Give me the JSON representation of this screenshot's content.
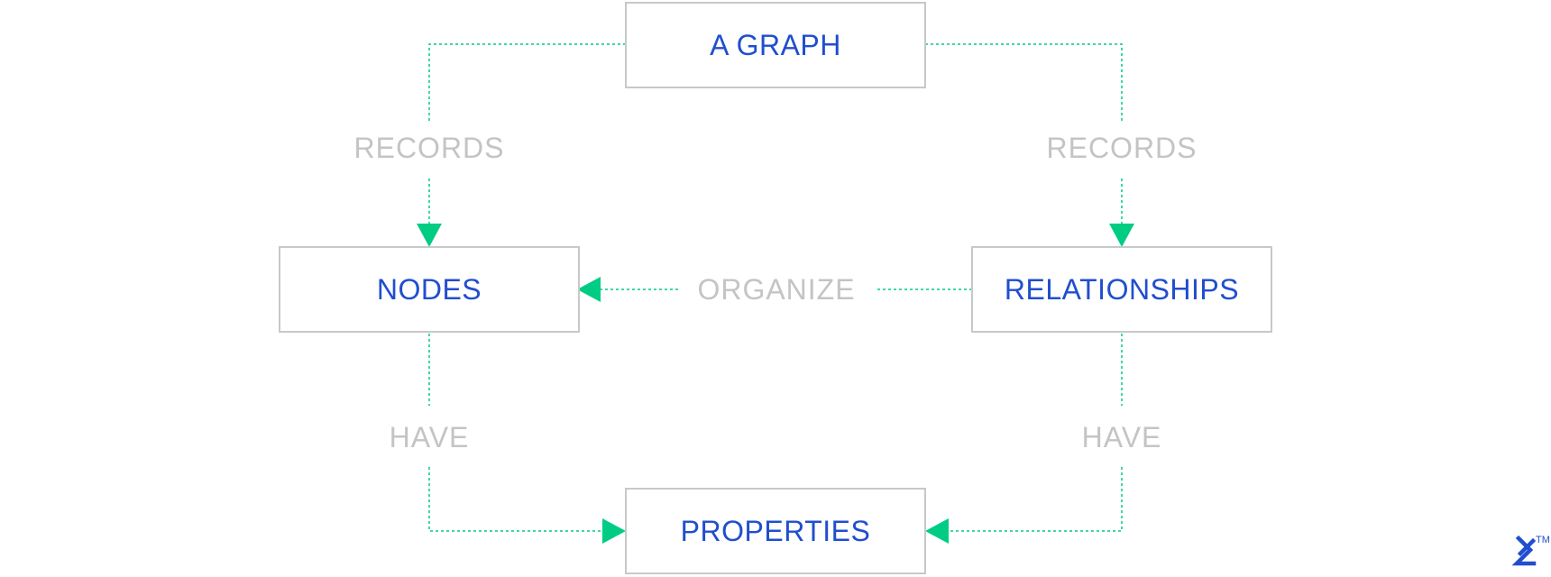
{
  "nodes": {
    "graph": "A GRAPH",
    "nodes": "NODES",
    "relationships": "RELATIONSHIPS",
    "properties": "PROPERTIES"
  },
  "edges": {
    "graph_to_nodes": "RECORDS",
    "graph_to_relationships": "RECORDS",
    "relationships_to_nodes": "ORGANIZE",
    "nodes_to_properties": "HAVE",
    "relationships_to_properties": "HAVE"
  },
  "logo": {
    "icon": "toptal-logo-icon",
    "trademark": "TM"
  },
  "colors": {
    "node_text": "#204ecf",
    "node_border": "#c8c8c8",
    "edge": "#00cc83",
    "edge_label": "#c4c4c4"
  }
}
